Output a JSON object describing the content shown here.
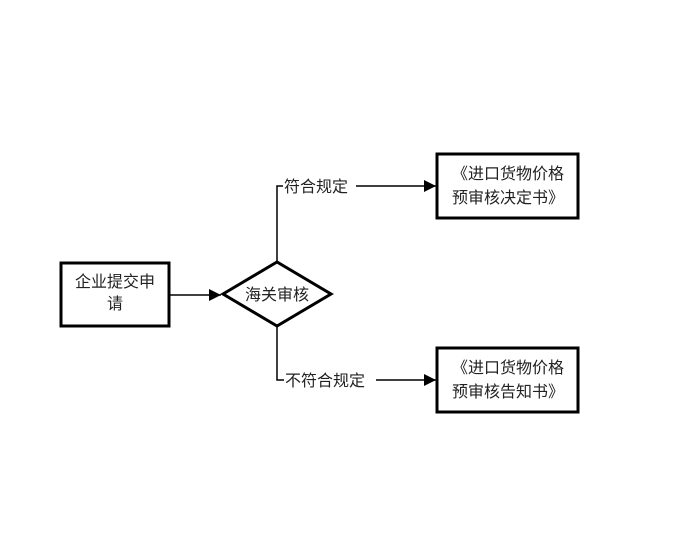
{
  "nodes": {
    "start": {
      "lines": [
        "企业提交申",
        "请"
      ]
    },
    "decision": {
      "label": "海关审核"
    },
    "approve": {
      "lines": [
        "《进口货物价格",
        "预审核决定书》"
      ]
    },
    "reject": {
      "lines": [
        "《进口货物价格",
        "预审核告知书》"
      ]
    }
  },
  "edges": {
    "conform": "符合规定",
    "not_conform": "不符合规定"
  },
  "colors": {
    "stroke": "#000000",
    "text": "#222222",
    "background": "#ffffff"
  }
}
